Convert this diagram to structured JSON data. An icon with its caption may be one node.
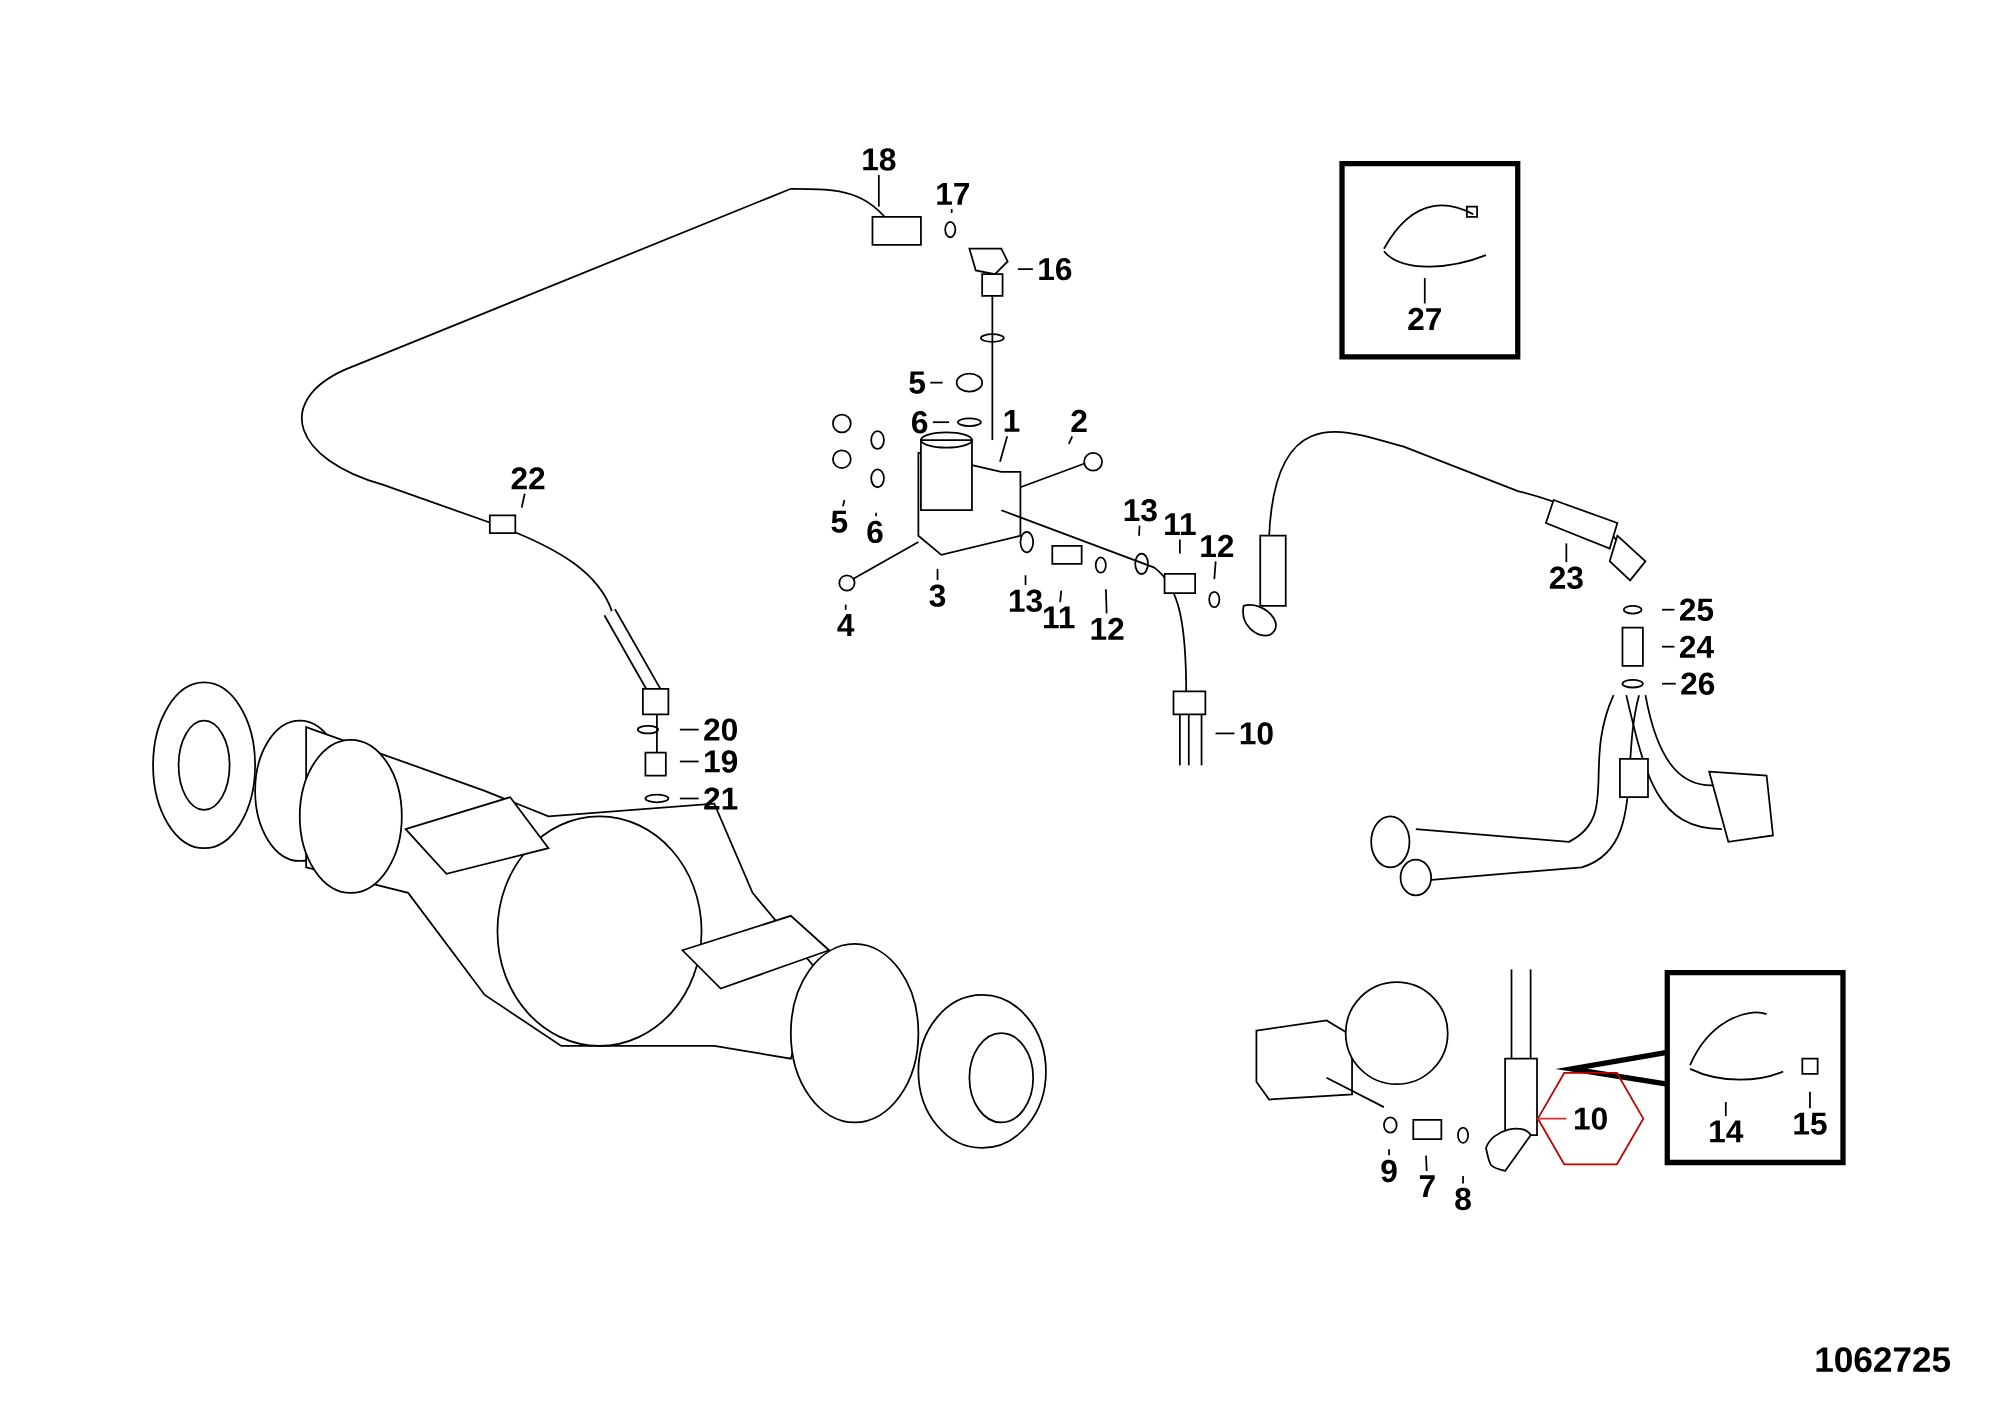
{
  "diagram": {
    "nodes": [
      {
        "text": [
          "18"
        ]
      },
      {
        "text": [
          "17"
        ]
      },
      {
        "text": [
          "16"
        ]
      },
      {
        "text": [],
        "shape": "box"
      },
      {
        "text": [
          "27"
        ],
        "in": 3
      },
      {
        "text": [
          "5"
        ]
      },
      {
        "text": [
          "6"
        ]
      },
      {
        "text": [
          "1"
        ]
      },
      {
        "text": [
          "2"
        ]
      },
      {
        "text": [
          "22"
        ]
      },
      {
        "text": [
          "5"
        ]
      },
      {
        "text": [
          "6"
        ]
      },
      {
        "text": [
          "13"
        ]
      },
      {
        "text": [
          "11"
        ]
      },
      {
        "text": [
          "12"
        ]
      },
      {
        "text": [
          "3"
        ]
      },
      {
        "text": [
          "23"
        ]
      },
      {
        "text": [
          "13"
        ]
      },
      {
        "text": [
          "25"
        ]
      },
      {
        "text": [
          "11"
        ]
      },
      {
        "text": [
          "4"
        ]
      },
      {
        "text": [
          "12"
        ]
      },
      {
        "text": [
          "24"
        ]
      },
      {
        "text": [
          "26"
        ]
      },
      {
        "text": [
          "20"
        ]
      },
      {
        "text": [
          "10"
        ]
      },
      {
        "text": [
          "19"
        ]
      },
      {
        "text": [
          "21"
        ]
      },
      {
        "text": [],
        "shape": "box"
      },
      {
        "text": [
          "10"
        ]
      },
      {
        "text": [
          "14"
        ],
        "in": 28
      },
      {
        "text": [
          "15"
        ],
        "in": 28
      },
      {
        "text": [
          "9"
        ]
      },
      {
        "text": [
          "7"
        ]
      },
      {
        "text": [
          "8"
        ]
      }
    ],
    "edges": [
      {
        "from": 0,
        "to": null,
        "arrow": "none"
      },
      {
        "from": 1,
        "to": null,
        "arrow": "none"
      },
      {
        "from": 2,
        "to": null,
        "arrow": "none"
      },
      {
        "from": 4,
        "to": null,
        "arrow": "none"
      },
      {
        "from": 5,
        "to": null,
        "arrow": "none"
      },
      {
        "from": 6,
        "to": null,
        "arrow": "none"
      },
      {
        "from": 7,
        "to": null,
        "arrow": "none"
      },
      {
        "from": 8,
        "to": null,
        "arrow": "none"
      },
      {
        "from": 9,
        "to": null,
        "arrow": "none"
      },
      {
        "from": 10,
        "to": null,
        "arrow": "none"
      },
      {
        "from": 11,
        "to": null,
        "arrow": "none"
      },
      {
        "from": 12,
        "to": null,
        "arrow": "none"
      },
      {
        "from": 13,
        "to": null,
        "arrow": "none"
      },
      {
        "from": 14,
        "to": null,
        "arrow": "none"
      },
      {
        "from": 15,
        "to": null,
        "arrow": "none"
      },
      {
        "from": 16,
        "to": null,
        "arrow": "none"
      },
      {
        "from": 17,
        "to": null,
        "arrow": "none"
      },
      {
        "from": 18,
        "to": null,
        "arrow": "none"
      },
      {
        "from": 19,
        "to": null,
        "arrow": "none"
      },
      {
        "from": 20,
        "to": null,
        "arrow": "none"
      },
      {
        "from": 21,
        "to": null,
        "arrow": "none"
      },
      {
        "from": 22,
        "to": null,
        "arrow": "none"
      },
      {
        "from": 23,
        "to": null,
        "arrow": "none"
      },
      {
        "from": 24,
        "to": null,
        "arrow": "none"
      },
      {
        "from": 25,
        "to": null,
        "arrow": "none"
      },
      {
        "from": 26,
        "to": null,
        "arrow": "none"
      },
      {
        "from": 27,
        "to": null,
        "arrow": "none"
      },
      {
        "from": 29,
        "to": null,
        "arrow": "none",
        "color": "#d62b2b"
      },
      {
        "from": 30,
        "to": null,
        "arrow": "none"
      },
      {
        "from": 31,
        "to": null,
        "arrow": "none"
      },
      {
        "from": 32,
        "to": null,
        "arrow": "none"
      },
      {
        "from": 33,
        "to": null,
        "arrow": "none"
      },
      {
        "from": 34,
        "to": null,
        "arrow": "none"
      }
    ],
    "labels": [
      "1062725"
    ]
  }
}
